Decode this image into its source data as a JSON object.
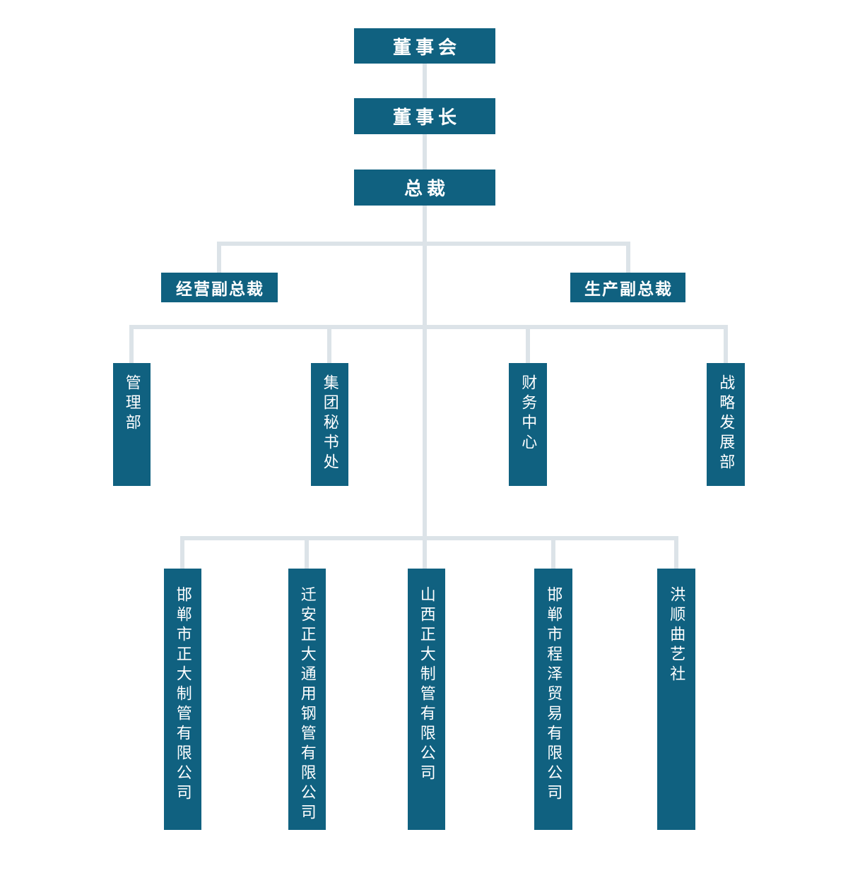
{
  "org_chart": {
    "type": "org-hierarchy-diagram",
    "colors": {
      "node_fill": "#106180",
      "node_text": "#ffffff",
      "connector": "#dce3e8",
      "background": "#ffffff"
    },
    "root": "董事会",
    "chairman": "董事长",
    "president": "总裁",
    "vice_presidents": [
      "经营副总裁",
      "生产副总裁"
    ],
    "departments": [
      "管理部",
      "集团秘书处",
      "财务中心",
      "战略发展部"
    ],
    "subsidiaries": [
      "邯郸市正大制管有限公司",
      "迁安正大通用钢管有限公司",
      "山西正大制管有限公司",
      "邯郸市程泽贸易有限公司",
      "洪顺曲艺社"
    ],
    "hierarchy": {
      "董事会": [
        "董事长"
      ],
      "董事长": [
        "总裁"
      ],
      "总裁_branches": [
        "经营副总裁",
        "生产副总裁"
      ],
      "总裁_departments": [
        "管理部",
        "集团秘书处",
        "财务中心",
        "战略发展部"
      ],
      "总裁_subsidiaries": [
        "邯郸市正大制管有限公司",
        "迁安正大通用钢管有限公司",
        "山西正大制管有限公司",
        "邯郸市程泽贸易有限公司",
        "洪顺曲艺社"
      ]
    }
  }
}
